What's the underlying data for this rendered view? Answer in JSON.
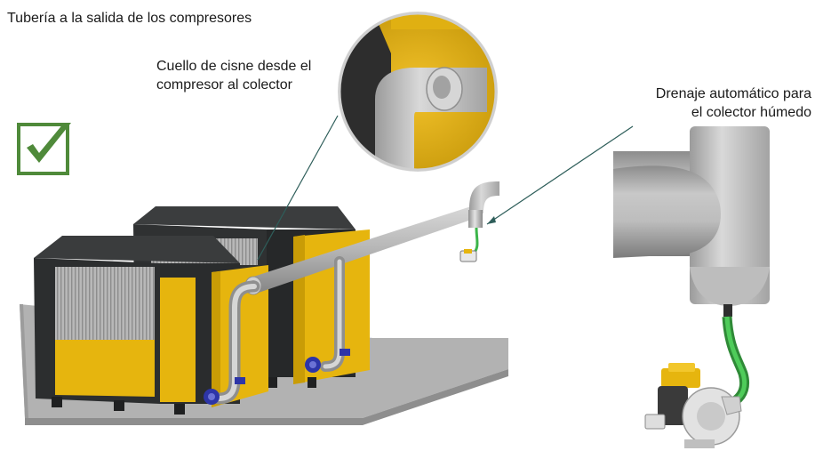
{
  "title": "Tubería a la salida de los compresores",
  "callouts": {
    "gooseneck_line1": "Cuello de cisne desde el",
    "gooseneck_line2": "compresor al colector",
    "drain_line1": "Drenaje automático para",
    "drain_line2": "el colector húmedo"
  },
  "icons": {
    "approval": "checkmark-box-icon"
  },
  "colors": {
    "compressor_yellow": "#e8b70c",
    "compressor_dark": "#2c2e2f",
    "pipe_gray": "#b9b9b9",
    "check_green": "#4f8a3a",
    "hose_green": "#3cb54a",
    "valve_blue": "#2d35a8",
    "floor_gray": "#a9a9a9"
  }
}
